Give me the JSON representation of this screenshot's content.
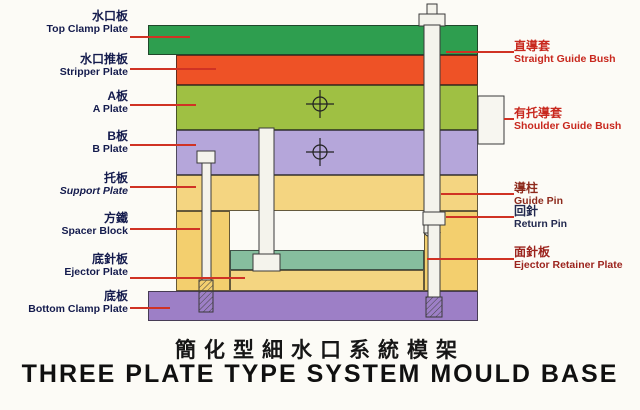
{
  "title": {
    "zh": "簡化型細水口系統模架",
    "en": "THREE PLATE TYPE SYSTEM MOULD BASE"
  },
  "left_labels": [
    {
      "zh": "水口板",
      "en": "Top Clamp Plate"
    },
    {
      "zh": "水口推板",
      "en": "Stripper Plate"
    },
    {
      "zh": "A板",
      "en": "A Plate"
    },
    {
      "zh": "B板",
      "en": "B Plate"
    },
    {
      "zh": "托板",
      "en": "Support Plate"
    },
    {
      "zh": "方鐵",
      "en": "Spacer Block"
    },
    {
      "zh": "底針板",
      "en": "Ejector Plate"
    },
    {
      "zh": "底板",
      "en": "Bottom Clamp Plate"
    }
  ],
  "right_labels": [
    {
      "zh": "直導套",
      "en": "Straight Guide Bush",
      "color": "#c8281e"
    },
    {
      "zh": "有托導套",
      "en": "Shoulder Guide Bush",
      "color": "#c8281e"
    },
    {
      "zh": "導柱",
      "en": "Guide Pin",
      "color": "#8d2a1c"
    },
    {
      "zh": "回針",
      "en": "Return Pin",
      "color": "#22294f"
    },
    {
      "zh": "面針板",
      "en": "Ejector Retainer Plate",
      "color": "#9c241e"
    }
  ],
  "colors": {
    "background": "#fcfbf6",
    "label_text": "#141b4d",
    "leader_line": "#d03224",
    "top_clamp_plate": "#2e9e4f",
    "stripper_plate": "#ee5226",
    "a_plate": "#9fc043",
    "b_plate": "#b5a6da",
    "support_plate": "#f4d581",
    "spacer_block": "#f3cf6e",
    "ejector_retainer_plate": "#86be9e",
    "ejector_plate": "#f4d581",
    "bottom_clamp_plate": "#9d7fc6"
  }
}
